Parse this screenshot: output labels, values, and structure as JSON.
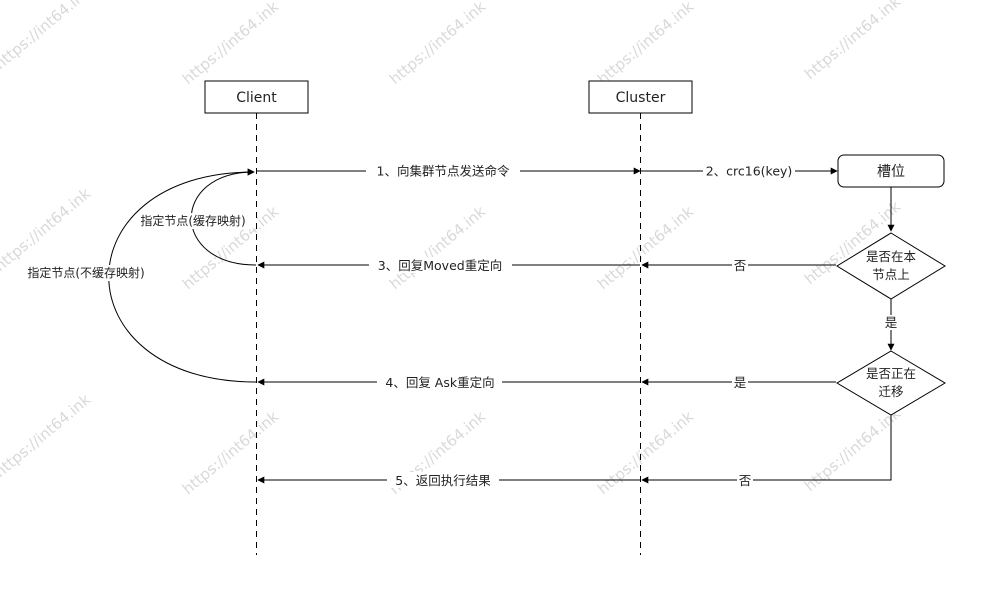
{
  "participants": {
    "client": "Client",
    "cluster": "Cluster"
  },
  "nodes": {
    "slot": "槽位",
    "on_node_line1": "是否在本",
    "on_node_line2": "节点上",
    "migrating_line1": "是否正在",
    "migrating_line2": "迁移"
  },
  "messages": {
    "m1": "1、向集群节点发送命令",
    "m2": "2、crc16(key)",
    "m3": "3、回复Moved重定向",
    "m4": "4、回复 Ask重定向",
    "m5": "5、返回执行结果"
  },
  "branch_labels": {
    "no_1": "否",
    "yes_down": "是",
    "yes_2": "是",
    "no_2": "否"
  },
  "loops": {
    "cached": "指定节点(缓存映射)",
    "not_cached": "指定节点(不缓存映射)"
  },
  "watermark": "https://int64.ink",
  "colors": {
    "line": "#000000",
    "watermark": "#d9d9d9"
  }
}
